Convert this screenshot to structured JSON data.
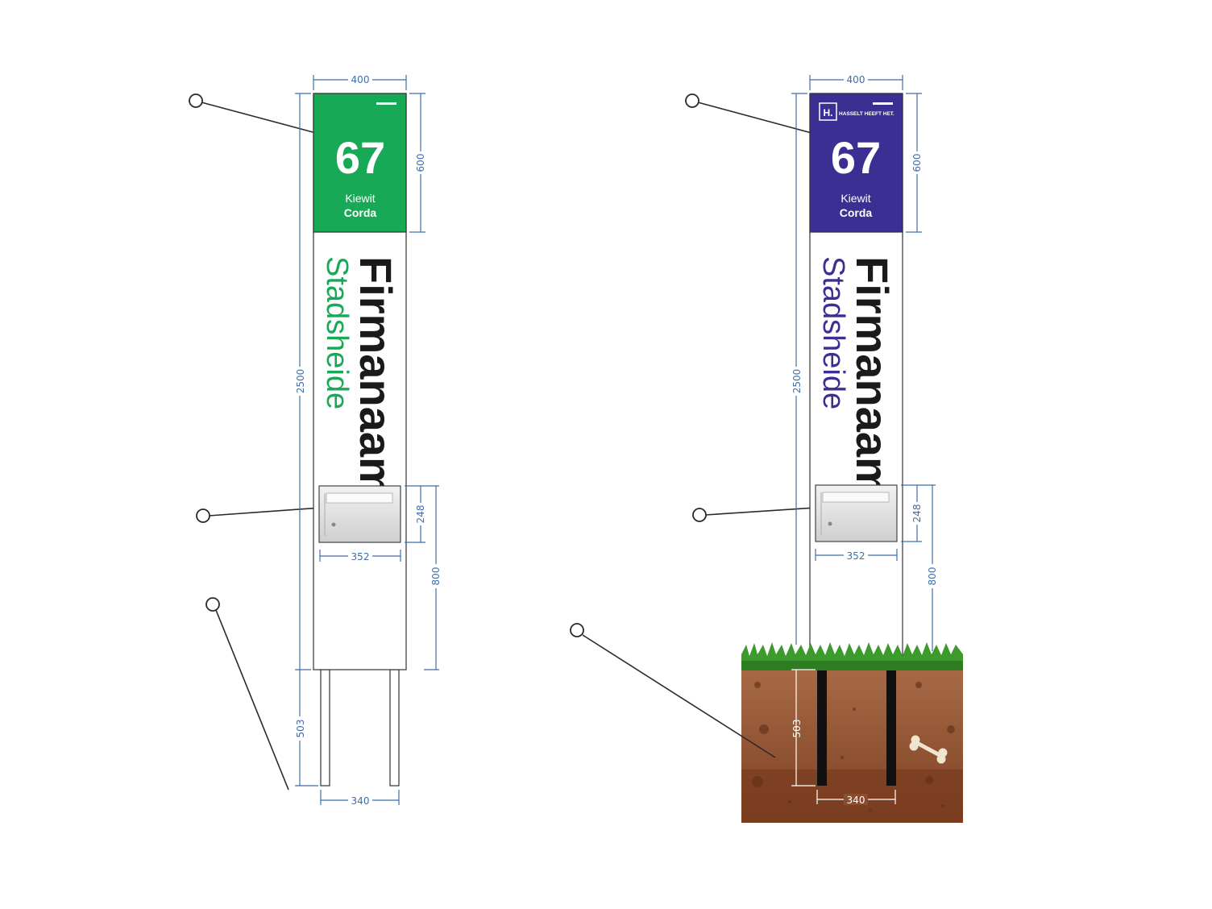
{
  "sign": {
    "number": "67",
    "district": "Kiewit",
    "street": "Corda",
    "company": "Firmanaam",
    "area": "Stadsheide",
    "logo_text": "H.",
    "logo_words": "HASSELT HEEFT HET."
  },
  "colors": {
    "green": "#18a957",
    "purple": "#3c2f94",
    "dimension": "#3f6ea8"
  },
  "dimensions": {
    "width": "400",
    "panel_height": "600",
    "total_height": "2500",
    "foundation": "503",
    "mailbox_height": "248",
    "mailbox_width": "352",
    "mailbox_elevation": "800",
    "leg_spacing": "340"
  }
}
